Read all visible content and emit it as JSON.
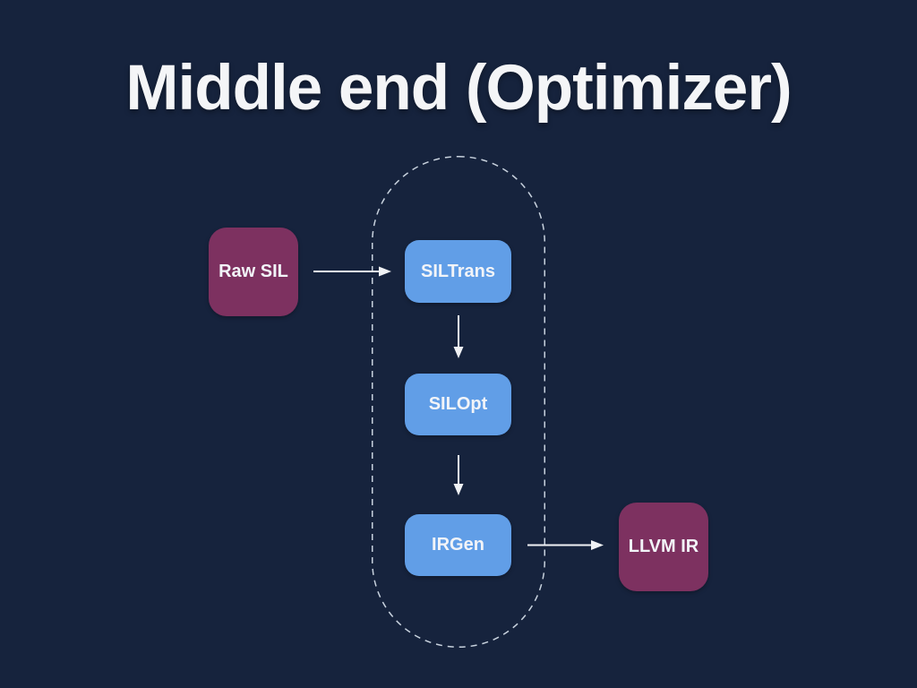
{
  "slide": {
    "title": "Middle end (Optimizer)"
  },
  "diagram": {
    "group": {
      "name": "optimizer-dashed-capsule",
      "style": "dashed rounded capsule enclosing SILTrans, SILOpt and IRGen"
    },
    "nodes": [
      {
        "id": "raw-sil",
        "label": "Raw SIL",
        "color": "#7d3160",
        "inside_group": false
      },
      {
        "id": "siltrans",
        "label": "SILTrans",
        "color": "#619ee7",
        "inside_group": true
      },
      {
        "id": "silopt",
        "label": "SILOpt",
        "color": "#619ee7",
        "inside_group": true
      },
      {
        "id": "irgen",
        "label": "IRGen",
        "color": "#619ee7",
        "inside_group": true
      },
      {
        "id": "llvm-ir",
        "label": "LLVM IR",
        "color": "#7d3160",
        "inside_group": false
      }
    ],
    "edges": [
      {
        "from": "raw-sil",
        "to": "siltrans"
      },
      {
        "from": "siltrans",
        "to": "silopt"
      },
      {
        "from": "silopt",
        "to": "irgen"
      },
      {
        "from": "irgen",
        "to": "llvm-ir"
      }
    ]
  },
  "colors": {
    "background": "#16233d",
    "title_text": "#f4f5f7",
    "node_plum": "#7d3160",
    "node_blue": "#619ee7",
    "node_text": "#f2f4f8",
    "arrow": "#f0f2f5",
    "dashed_outline": "#c8d2de"
  }
}
